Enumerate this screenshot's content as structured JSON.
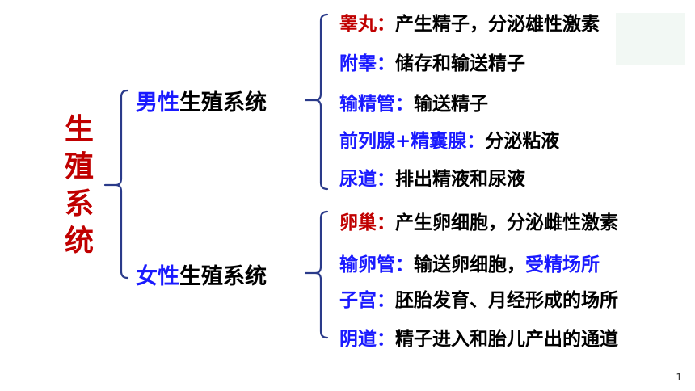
{
  "root": {
    "chars": [
      "生",
      "殖",
      "系",
      "统"
    ]
  },
  "branches": {
    "male": {
      "accent": "男性",
      "rest": "生殖系统"
    },
    "female": {
      "accent": "女性",
      "rest": "生殖系统"
    }
  },
  "male_items": [
    {
      "term": "睾丸",
      "sep": "：",
      "desc": "产生精子，分泌雄性激素",
      "term_color": "red"
    },
    {
      "term": "附睾",
      "sep": "：",
      "desc": "储存和输送精子",
      "term_color": "blue"
    },
    {
      "term": "输精管",
      "sep": "：",
      "desc": "输送精子",
      "term_color": "blue"
    },
    {
      "term": "前列腺+精囊腺",
      "sep": "：",
      "desc": "分泌粘液",
      "term_color": "blue"
    },
    {
      "term": "尿道",
      "sep": "：",
      "desc": "排出精液和尿液",
      "term_color": "blue"
    }
  ],
  "female_items": [
    {
      "term": "卵巢",
      "sep": "：",
      "desc": "产生卵细胞，分泌雌性激素",
      "term_color": "red"
    },
    {
      "term": "输卵管",
      "sep": "：",
      "desc": "输送卵细胞，",
      "highlight": "受精场所",
      "term_color": "blue"
    },
    {
      "term": "子宫",
      "sep": "：",
      "desc": "胚胎发育、月经形成的场所",
      "term_color": "blue"
    },
    {
      "term": "阴道",
      "sep": "：",
      "desc": "精子进入和胎儿产出的通道",
      "term_color": "blue"
    }
  ],
  "page_number": "1"
}
